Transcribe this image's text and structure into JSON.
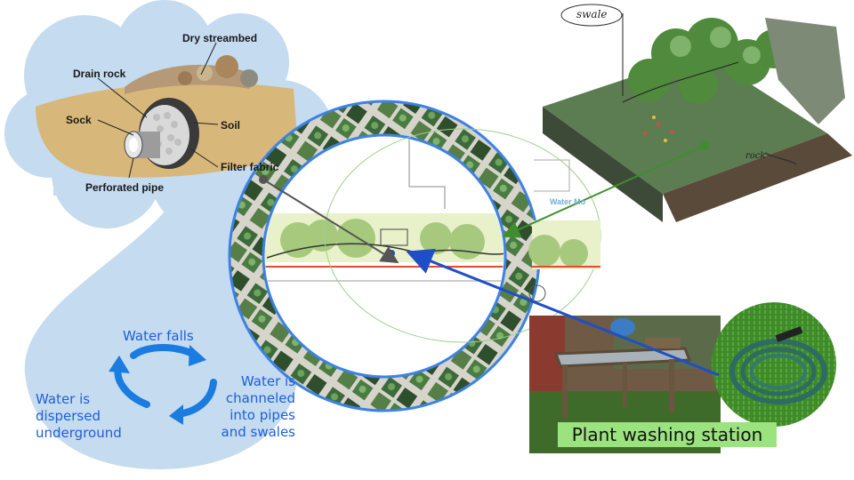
{
  "cloud_diagram": {
    "dry_streambed": "Dry streambed",
    "drain_rock": "Drain rock",
    "sock": "Sock",
    "soil": "Soil",
    "filter_fabric": "Filter fabric",
    "perforated_pipe": "Perforated pipe"
  },
  "water_cycle": {
    "falls": "Water falls",
    "channeled": [
      "Water is",
      "channeled",
      "into pipes",
      "and swales"
    ],
    "dispersed": [
      "Water is",
      "dispersed",
      "underground"
    ]
  },
  "sketch": {
    "swale_label": "swale",
    "rock_note": "rock"
  },
  "site_plan": {
    "water_label": "Water Mo"
  },
  "photo": {
    "caption": "Plant washing station"
  },
  "colors": {
    "cycle_text": "#1f5fd6",
    "drop_fill": "#c4dbf0",
    "ring_blue": "#3c82e6",
    "caption_bg": "#9be37f",
    "arrow_gray": "#555555",
    "arrow_green": "#3e8e2e",
    "arrow_blue": "#1e4fc8"
  }
}
